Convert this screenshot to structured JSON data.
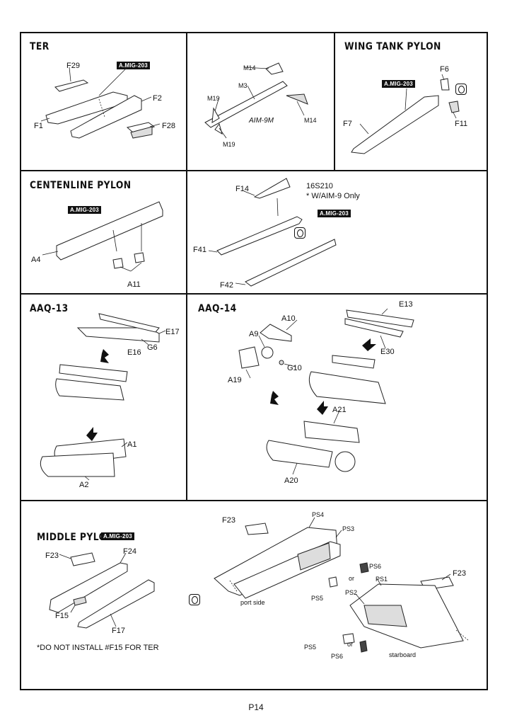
{
  "page_number": "P14",
  "tag_label": "A.MIG-203",
  "panels": {
    "ter": {
      "title": "TER",
      "labels": [
        "F29",
        "F1",
        "F2",
        "F28"
      ]
    },
    "aim9m": {
      "labels": [
        "M14",
        "M3",
        "M19",
        "M19",
        "M14"
      ],
      "missile_name": "AIM-9M"
    },
    "wing_tank_pylon": {
      "title": "WING TANK PYLON",
      "labels": [
        "F6",
        "F7",
        "F11"
      ]
    },
    "centerline_pylon": {
      "title": "CENTENLINE PYLON",
      "labels": [
        "A4",
        "A11"
      ]
    },
    "pylon_rails": {
      "labels": [
        "F14",
        "F41",
        "F42"
      ],
      "note_line1": "16S210",
      "note_line2": "* W/AIM-9 Only"
    },
    "aaq13": {
      "title": "AAQ-13",
      "labels": [
        "E17",
        "G6",
        "E16",
        "A1",
        "A2"
      ]
    },
    "aaq14": {
      "title": "AAQ-14",
      "labels": [
        "A10",
        "A9",
        "E13",
        "E30",
        "A19",
        "G10",
        "A21",
        "A20"
      ]
    },
    "middle_pylon": {
      "title": "MIDDLE PYLON",
      "labels": [
        "F23",
        "F24",
        "F15",
        "F17"
      ],
      "warning": "*DO NOT INSTALL #F15 FOR TER",
      "detail_labels": [
        "F23",
        "PS4",
        "PS3",
        "PS6",
        "or",
        "PS5",
        "port side",
        "F23",
        "PS2",
        "PS1",
        "PS5",
        "or",
        "PS6",
        "starboard"
      ]
    }
  },
  "icons": [
    "rotate-view-icon",
    "rotate-view-icon",
    "rotate-view-icon"
  ]
}
